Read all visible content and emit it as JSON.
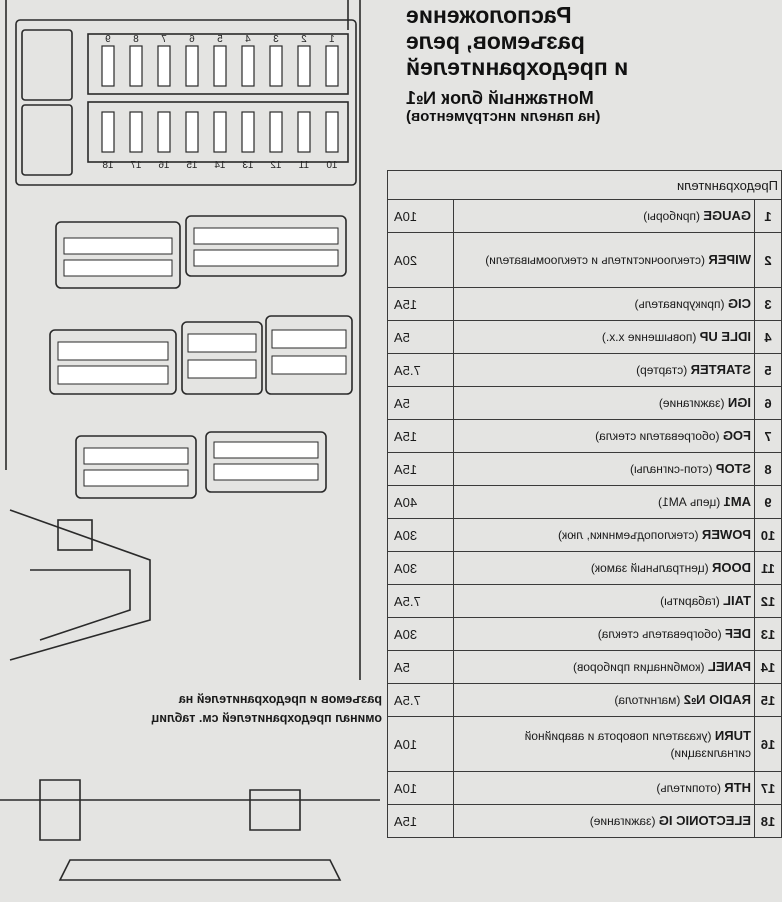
{
  "heading": {
    "title_line1": "Расположение",
    "title_line2": "разъемов, реле",
    "title_line3": "и предохранителей",
    "subtitle": "Монтажный блок №1",
    "subtitle_note": "(на панели инструментов)"
  },
  "table": {
    "header": "Предохранители",
    "rows": [
      {
        "num": "1",
        "name": "GAUGE",
        "desc": "(приборы)",
        "amp": "10A"
      },
      {
        "num": "2",
        "name": "WIPER",
        "desc": "(стеклоочиститель и стеклоомыватели)",
        "amp": "20A"
      },
      {
        "num": "3",
        "name": "CIG",
        "desc": "(прикуриватель)",
        "amp": "15A"
      },
      {
        "num": "4",
        "name": "IDLE UP",
        "desc": "(повышение х.х.)",
        "amp": "5A"
      },
      {
        "num": "5",
        "name": "STARTER",
        "desc": "(стартер)",
        "amp": "7.5A"
      },
      {
        "num": "6",
        "name": "IGN",
        "desc": "(зажигание)",
        "amp": "5A"
      },
      {
        "num": "7",
        "name": "FOG",
        "desc": "(обогреватели стекла)",
        "amp": "15A"
      },
      {
        "num": "8",
        "name": "STOP",
        "desc": "(стоп-сигналы)",
        "amp": "15A"
      },
      {
        "num": "9",
        "name": "AM1",
        "desc": "(цепь AM1)",
        "amp": "40A"
      },
      {
        "num": "10",
        "name": "POWER",
        "desc": "(стеклоподъемники, люк)",
        "amp": "30A"
      },
      {
        "num": "11",
        "name": "DOOR",
        "desc": "(центральный замок)",
        "amp": "30A"
      },
      {
        "num": "12",
        "name": "TAIL",
        "desc": "(габариты)",
        "amp": "7.5A"
      },
      {
        "num": "13",
        "name": "DEF",
        "desc": "(обогреватель стекла)",
        "amp": "30A"
      },
      {
        "num": "14",
        "name": "PANEL",
        "desc": "(комбинация приборов)",
        "amp": "5A"
      },
      {
        "num": "15",
        "name": "RADIO №2",
        "desc": "(магнитола)",
        "amp": "7.5A"
      },
      {
        "num": "16",
        "name": "TURN",
        "desc": "(указатели поворота и аварийной сигнализации)",
        "amp": "10A"
      },
      {
        "num": "17",
        "name": "HTR",
        "desc": "(отопитель)",
        "amp": "10A"
      },
      {
        "num": "18",
        "name": "ELECTONIC IG",
        "desc": "(зажигание)",
        "amp": "15A"
      }
    ]
  },
  "diagram": {
    "caption_line1": "разъемов и предохранителей на",
    "caption_line2": "оминал предохранителей см. таблиц",
    "top_numbers": [
      "9",
      "8",
      "7",
      "6",
      "5",
      "4",
      "3",
      "2",
      "1"
    ],
    "bottom_numbers": [
      "18",
      "17",
      "16",
      "15",
      "14",
      "13",
      "12",
      "11",
      "10"
    ]
  }
}
